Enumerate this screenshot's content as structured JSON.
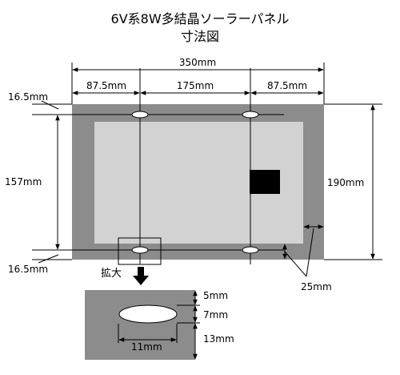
{
  "title_line1": "6V系8W多結晶ソーラーパネル",
  "title_line2": "寸法図",
  "dims": {
    "total_width": "350mm",
    "left_segment": "87.5mm",
    "center_segment": "175mm",
    "right_segment": "87.5mm",
    "top_offset": "16.5mm",
    "hole_spacing_v": "157mm",
    "total_height": "190mm",
    "bottom_offset": "16.5mm",
    "corner_margin": "25mm"
  },
  "zoom_label": "拡大",
  "detail": {
    "d5": "5mm",
    "d7": "7mm",
    "d13": "13mm",
    "d11": "11mm"
  },
  "colors": {
    "frame": "#8c8c8c",
    "cell_area": "#d2d2d2",
    "junction_box": "#000000",
    "detail_bg": "#8c8c8c"
  }
}
